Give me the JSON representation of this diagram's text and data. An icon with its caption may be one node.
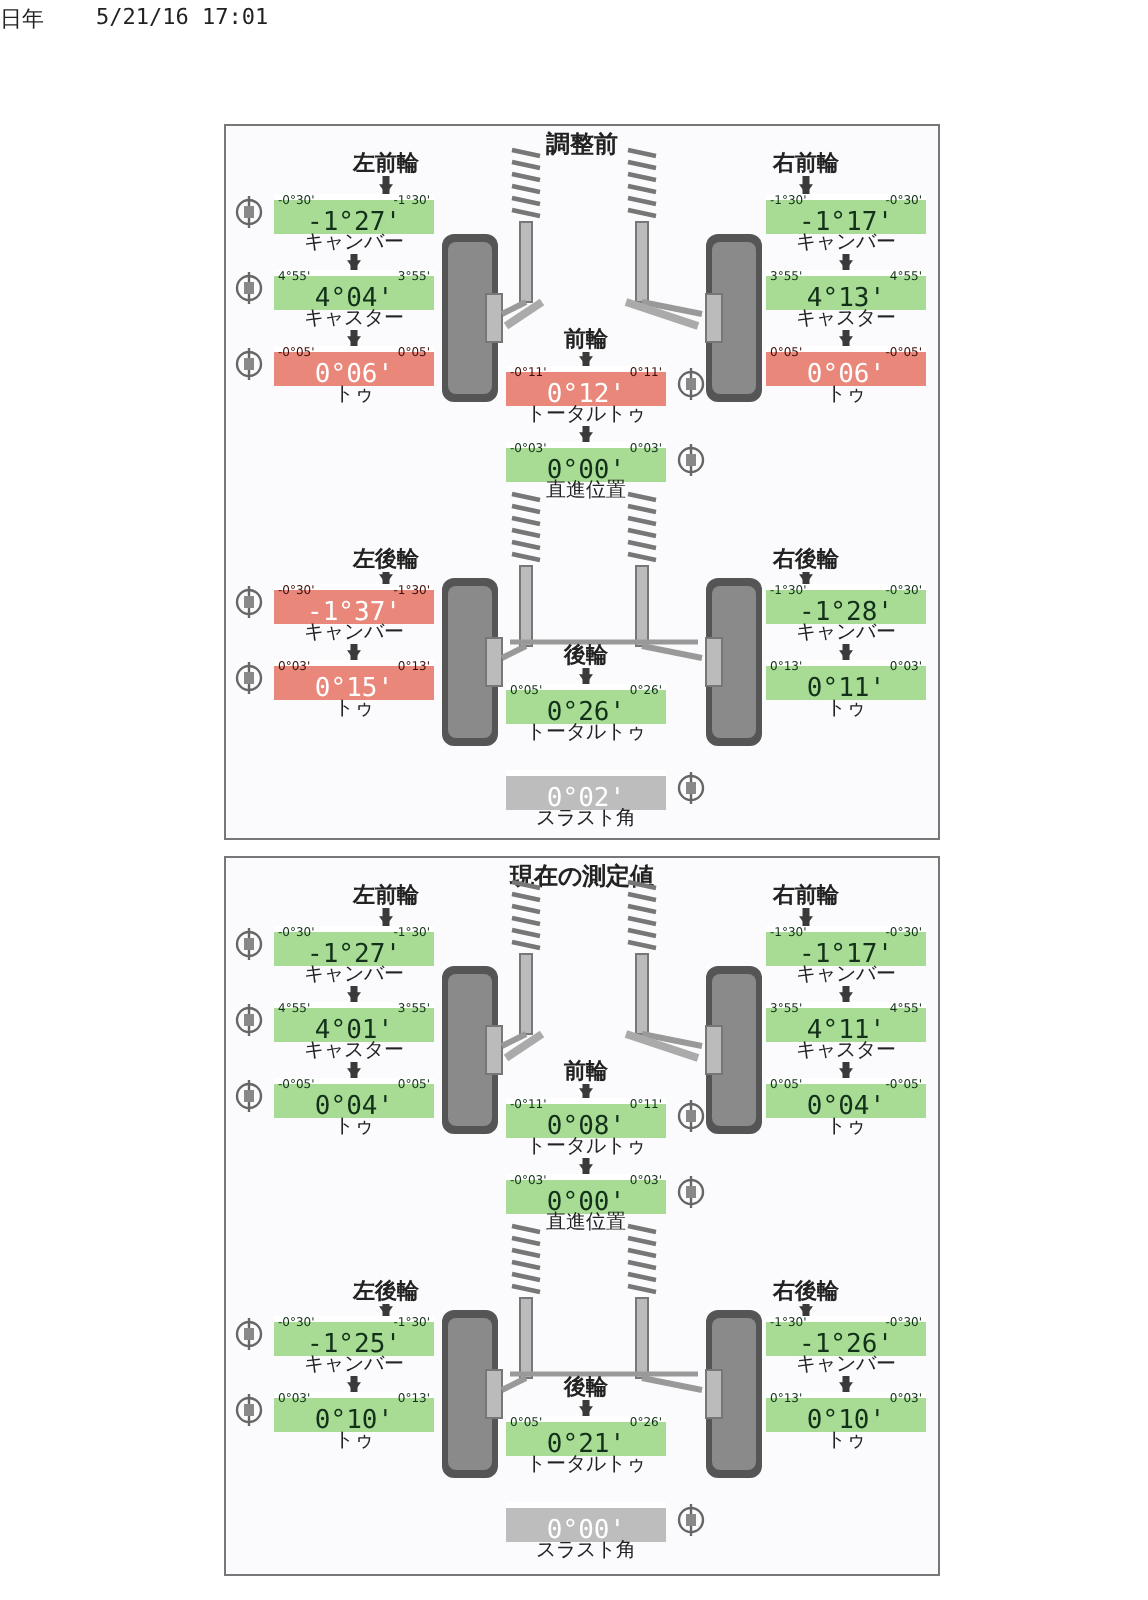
{
  "diagram": {
    "nodes": [
      {
        "text": [
          "調整前"
        ]
      },
      {
        "text": [
          "左前輪"
        ],
        "in": 0
      },
      {
        "text": [
          "右前輪"
        ],
        "in": 0
      },
      {
        "text": [
          "-0°30'",
          "-1°27'",
          "-1°30'"
        ],
        "beside": [
          "キャンバー"
        ],
        "in": 0
      },
      {
        "text": [
          "-1°30'",
          "-1°17'",
          "-0°30'"
        ],
        "beside": [
          "キャンバー"
        ],
        "in": 0
      },
      {
        "text": [
          "4°55'",
          "4°04'",
          "3°55'"
        ],
        "beside": [
          "キャスター"
        ],
        "in": 0
      },
      {
        "text": [
          "3°55'",
          "4°13'",
          "4°55'"
        ],
        "beside": [
          "キャスター"
        ],
        "in": 0
      },
      {
        "text": [
          "-0°05'",
          "0°06'",
          "0°05'"
        ],
        "beside": [
          "トゥ"
        ],
        "in": 0
      },
      {
        "text": [
          "0°05'",
          "0°06'",
          "-0°05'"
        ],
        "beside": [
          "トゥ"
        ],
        "in": 0
      },
      {
        "text": [
          "前輪"
        ],
        "in": 0
      },
      {
        "text": [
          "-0°11'",
          "0°12'",
          "0°11'"
        ],
        "beside": [
          "トータルトゥ"
        ],
        "in": 0
      },
      {
        "text": [
          "-0°03'",
          "0°00'",
          "0°03'"
        ],
        "beside": [
          "直進位置"
        ],
        "in": 0
      },
      {
        "text": [
          "左後輪"
        ],
        "in": 0
      },
      {
        "text": [
          "右後輪"
        ],
        "in": 0
      },
      {
        "text": [
          "-0°30'",
          "-1°37'",
          "-1°30'"
        ],
        "beside": [
          "キャンバー"
        ],
        "in": 0
      },
      {
        "text": [
          "-1°30'",
          "-1°28'",
          "-0°30'"
        ],
        "beside": [
          "キャンバー"
        ],
        "in": 0
      },
      {
        "text": [
          "0°03'",
          "0°15'",
          "0°13'"
        ],
        "beside": [
          "トゥ"
        ],
        "in": 0
      },
      {
        "text": [
          "0°13'",
          "0°11'",
          "0°03'"
        ],
        "beside": [
          "トゥ"
        ],
        "in": 0
      },
      {
        "text": [
          "後輪"
        ],
        "in": 0
      },
      {
        "text": [
          "0°05'",
          "0°26'",
          "0°26'"
        ],
        "beside": [
          "トータルトゥ"
        ],
        "in": 0
      },
      {
        "text": [
          "0°02'"
        ],
        "beside": [
          "スラスト角"
        ],
        "in": 0
      },
      {
        "text": [
          "現在の測定値"
        ]
      },
      {
        "text": [
          "左前輪"
        ],
        "in": 21
      },
      {
        "text": [
          "右前輪"
        ],
        "in": 21
      },
      {
        "text": [
          "-0°30'",
          "-1°27'",
          "-1°30'"
        ],
        "beside": [
          "キャンバー"
        ],
        "in": 21
      },
      {
        "text": [
          "-1°30'",
          "-1°17'",
          "-0°30'"
        ],
        "beside": [
          "キャンバー"
        ],
        "in": 21
      },
      {
        "text": [
          "4°55'",
          "4°01'",
          "3°55'"
        ],
        "beside": [
          "キャスター"
        ],
        "in": 21
      },
      {
        "text": [
          "3°55'",
          "4°11'",
          "4°55'"
        ],
        "beside": [
          "キャスター"
        ],
        "in": 21
      },
      {
        "text": [
          "-0°05'",
          "0°04'",
          "0°05'"
        ],
        "beside": [
          "トゥ"
        ],
        "in": 21
      },
      {
        "text": [
          "0°05'",
          "0°04'",
          "-0°05'"
        ],
        "beside": [
          "トゥ"
        ],
        "in": 21
      },
      {
        "text": [
          "前輪"
        ],
        "in": 21
      },
      {
        "text": [
          "-0°11'",
          "0°08'",
          "0°11'"
        ],
        "beside": [
          "トータルトゥ"
        ],
        "in": 21
      },
      {
        "text": [
          "-0°03'",
          "0°00'",
          "0°03'"
        ],
        "beside": [
          "直進位置"
        ],
        "in": 21
      },
      {
        "text": [
          "左後輪"
        ],
        "in": 21
      },
      {
        "text": [
          "右後輪"
        ],
        "in": 21
      },
      {
        "text": [
          "-0°30'",
          "-1°25'",
          "-1°30'"
        ],
        "beside": [
          "キャンバー"
        ],
        "in": 21
      },
      {
        "text": [
          "-1°30'",
          "-1°26'",
          "-0°30'"
        ],
        "beside": [
          "キャンバー"
        ],
        "in": 21
      },
      {
        "text": [
          "0°03'",
          "0°10'",
          "0°13'"
        ],
        "beside": [
          "トゥ"
        ],
        "in": 21
      },
      {
        "text": [
          "0°13'",
          "0°10'",
          "0°03'"
        ],
        "beside": [
          "トゥ"
        ],
        "in": 21
      },
      {
        "text": [
          "後輪"
        ],
        "in": 21
      },
      {
        "text": [
          "0°05'",
          "0°21'",
          "0°26'"
        ],
        "beside": [
          "トータルトゥ"
        ],
        "in": 21
      },
      {
        "text": [
          "0°00'"
        ],
        "beside": [
          "スラスト角"
        ],
        "in": 21
      }
    ],
    "edges": [
      {
        "from": 1,
        "to": 3,
        "arrow": "to"
      },
      {
        "from": 3,
        "to": 5,
        "arrow": "to"
      },
      {
        "from": 5,
        "to": 7,
        "arrow": "to"
      },
      {
        "from": 2,
        "to": 4,
        "arrow": "to"
      },
      {
        "from": 4,
        "to": 6,
        "arrow": "to"
      },
      {
        "from": 6,
        "to": 8,
        "arrow": "to"
      },
      {
        "from": 9,
        "to": 10,
        "arrow": "to"
      },
      {
        "from": 10,
        "to": 11,
        "arrow": "to"
      },
      {
        "from": 12,
        "to": 14,
        "arrow": "to"
      },
      {
        "from": 14,
        "to": 16,
        "arrow": "to"
      },
      {
        "from": 13,
        "to": 15,
        "arrow": "to"
      },
      {
        "from": 15,
        "to": 17,
        "arrow": "to"
      },
      {
        "from": 18,
        "to": 19,
        "arrow": "to"
      },
      {
        "from": 22,
        "to": 24,
        "arrow": "to"
      },
      {
        "from": 24,
        "to": 26,
        "arrow": "to"
      },
      {
        "from": 26,
        "to": 28,
        "arrow": "to"
      },
      {
        "from": 23,
        "to": 25,
        "arrow": "to"
      },
      {
        "from": 25,
        "to": 27,
        "arrow": "to"
      },
      {
        "from": 27,
        "to": 29,
        "arrow": "to"
      },
      {
        "from": 30,
        "to": 31,
        "arrow": "to"
      },
      {
        "from": 31,
        "to": 32,
        "arrow": "to"
      },
      {
        "from": 33,
        "to": 35,
        "arrow": "to"
      },
      {
        "from": 35,
        "to": 37,
        "arrow": "to"
      },
      {
        "from": 34,
        "to": 36,
        "arrow": "to"
      },
      {
        "from": 36,
        "to": 38,
        "arrow": "to"
      },
      {
        "from": 39,
        "to": 40,
        "arrow": "to"
      }
    ],
    "labels": [
      "日年",
      "5/21/16 17:01"
    ]
  }
}
